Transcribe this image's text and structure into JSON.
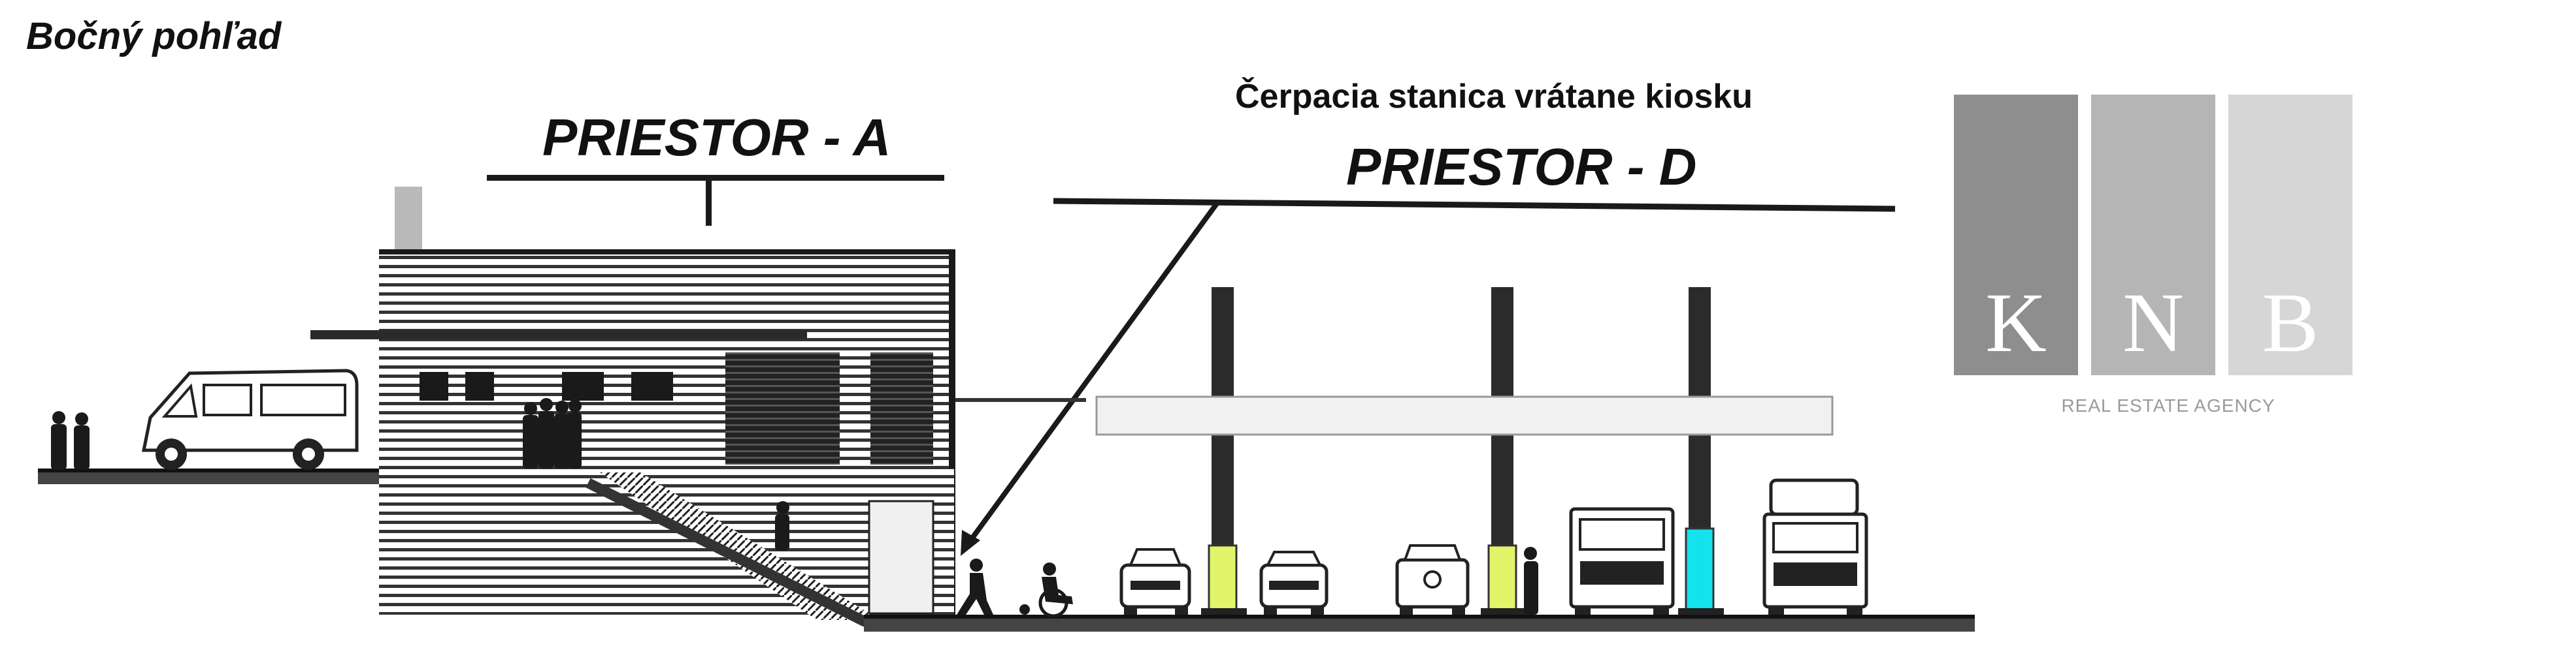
{
  "view_title": "Bočný pohľad",
  "space_a": {
    "title": "PRIESTOR - A"
  },
  "space_d": {
    "subtitle": "Čerpacia stanica vrátane kiosku",
    "title": "PRIESTOR - D"
  },
  "logo": {
    "letters": [
      "K",
      "N",
      "B"
    ],
    "caption": "REAL ESTATE AGENCY",
    "colors": [
      "#8e8e8e",
      "#b5b5b5",
      "#d6d6d6"
    ]
  },
  "colors": {
    "line": "#1a1a1a",
    "pump_yellow": "#e2f56a",
    "pump_cyan": "#14e3ee",
    "canopy": "#f1f1f1"
  },
  "icons": [
    "van-icon",
    "car-icon",
    "truck-icon",
    "pedestrian-icon",
    "wheelchair-icon",
    "chimney-icon"
  ]
}
